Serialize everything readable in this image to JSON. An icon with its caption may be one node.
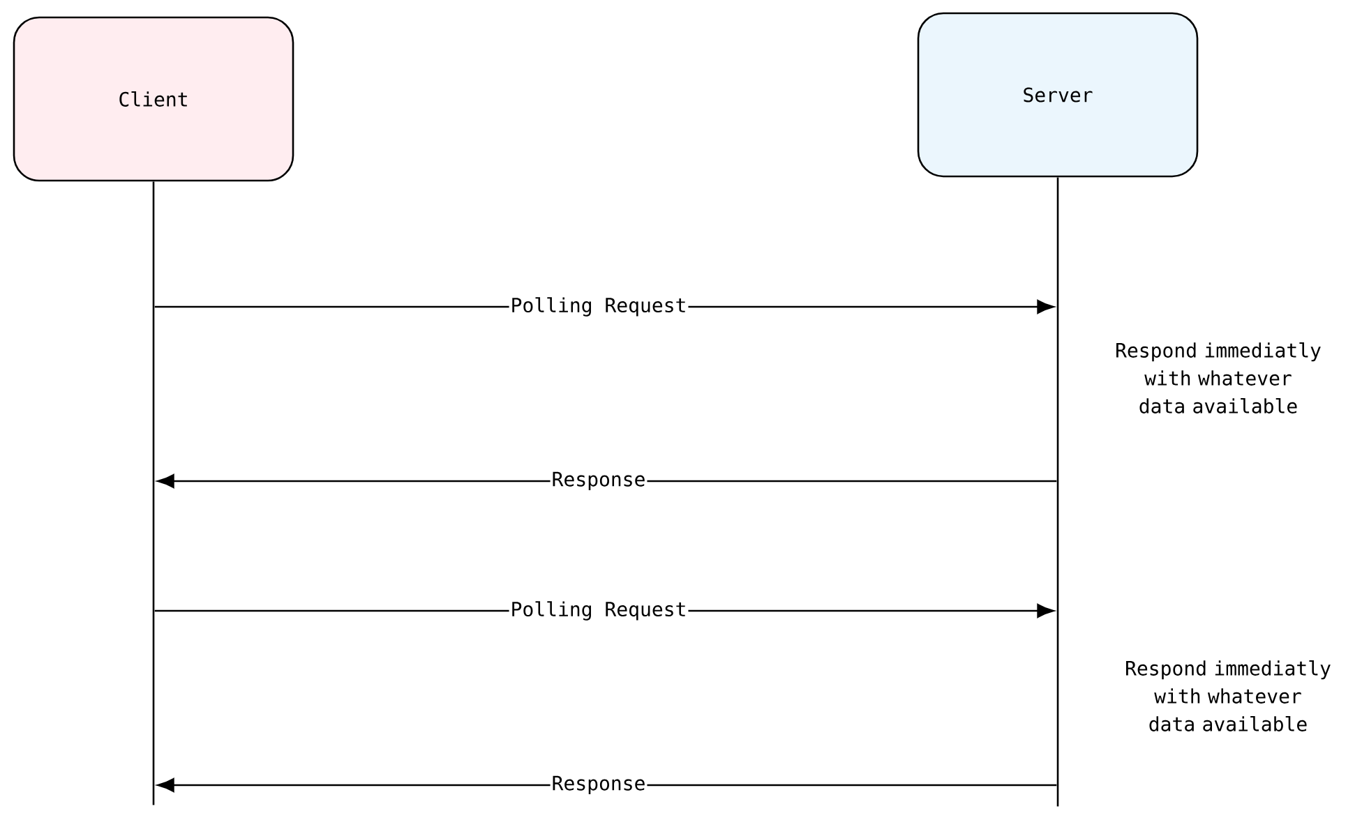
{
  "diagram": {
    "nodes": [
      {
        "text": [
          "Client"
        ]
      },
      {
        "text": [
          "Server"
        ]
      },
      {
        "text": [],
        "shape": "line"
      },
      {
        "text": [],
        "shape": "line"
      }
    ],
    "edges": [
      {
        "from": 2,
        "to": 3,
        "arrow": "to",
        "label": "Polling Request"
      },
      {
        "from": 3,
        "to": 2,
        "arrow": "to",
        "label": "Response"
      },
      {
        "from": 2,
        "to": 3,
        "arrow": "to",
        "label": "Polling Request"
      },
      {
        "from": 3,
        "to": 2,
        "arrow": "to",
        "label": "Response"
      }
    ],
    "labels": [
      "Respond immediatly with whatever data available",
      "Respond immediatly with whatever data available"
    ]
  }
}
